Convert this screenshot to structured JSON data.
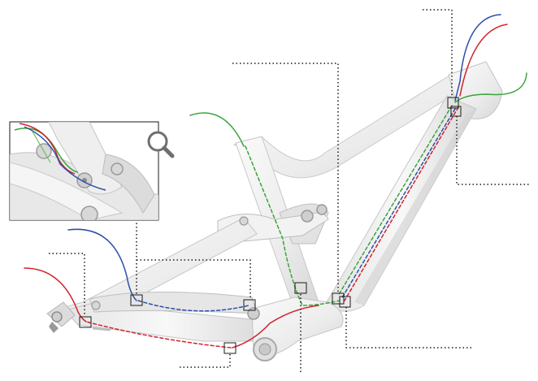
{
  "diagram": {
    "colors": {
      "frame_fill": "#ececec",
      "frame_light": "#f7f7f7",
      "frame_edge": "#c9c9c9",
      "frame_shadow": "#b8b8b8",
      "cable_green": "#3aa43a",
      "cable_red": "#d2222c",
      "cable_blue": "#2d4fa8",
      "leader": "#1a1a1a",
      "zoom_icon": "#6f6f6f"
    },
    "icons": {
      "zoom": "magnifier-icon"
    },
    "cables": [
      "green",
      "red",
      "blue"
    ]
  }
}
